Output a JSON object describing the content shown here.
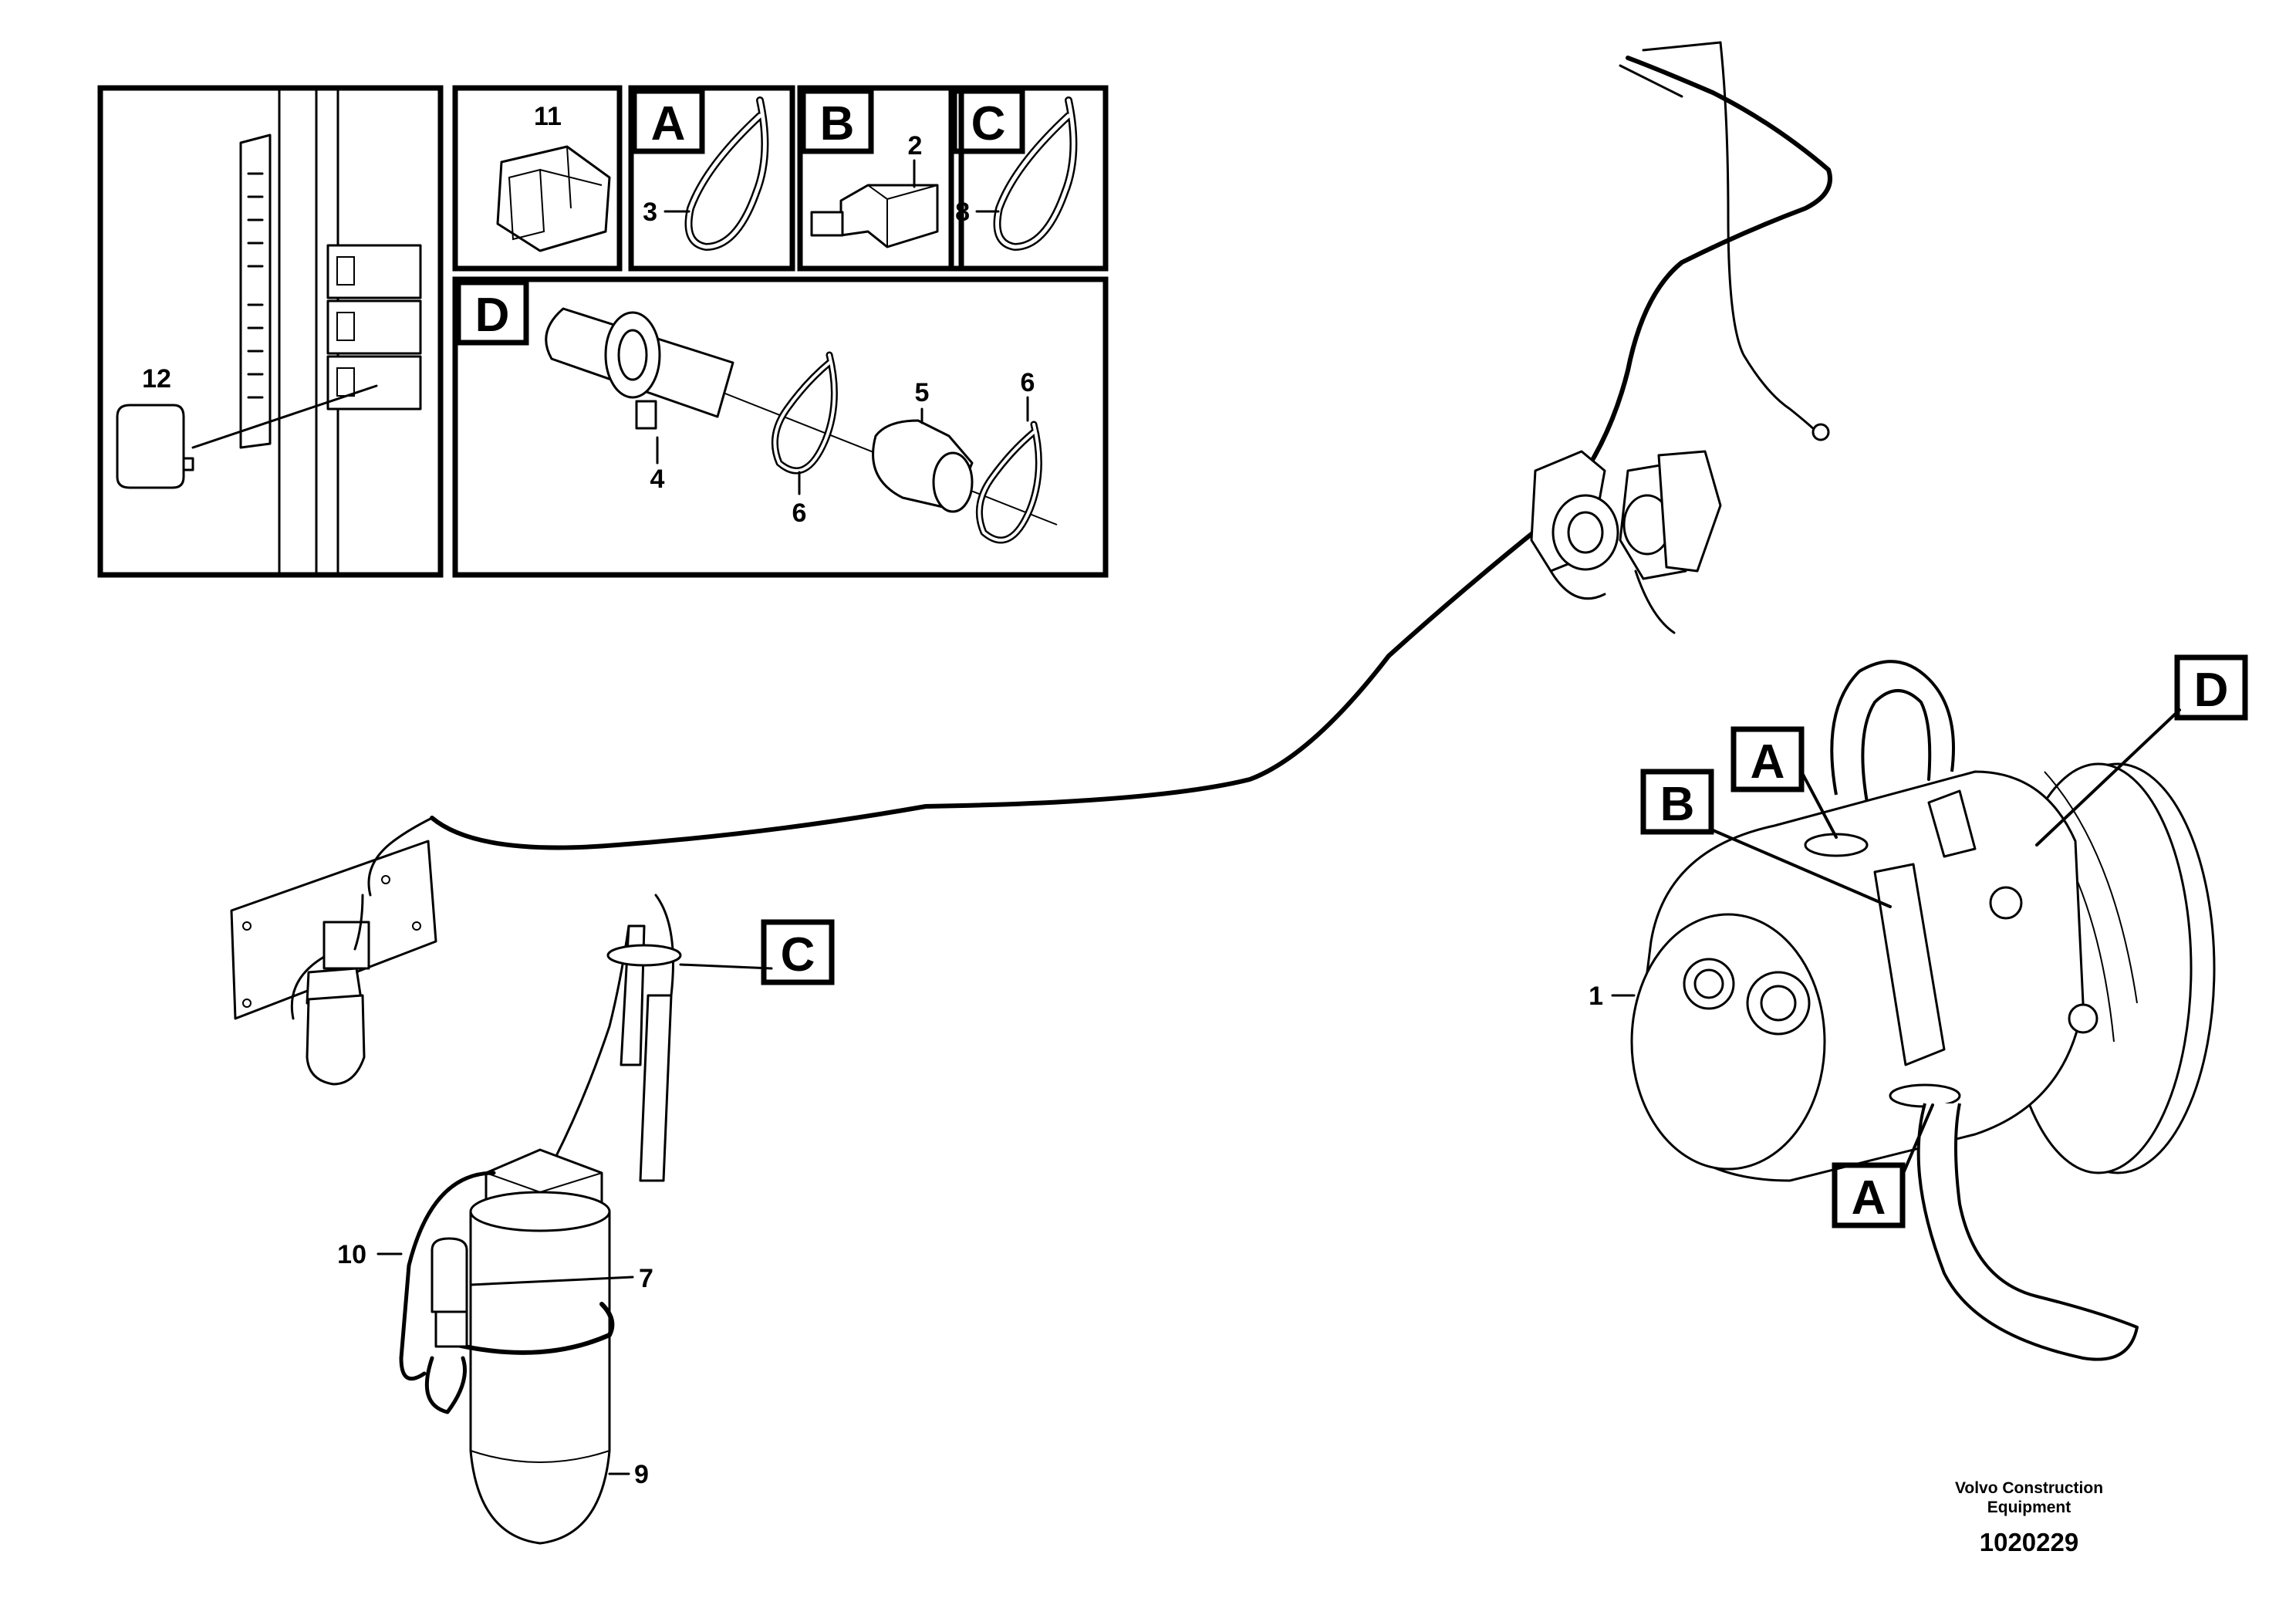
{
  "callouts": {
    "n1": "1",
    "n2": "2",
    "n3": "3",
    "n4": "4",
    "n5": "5",
    "n6a": "6",
    "n6b": "6",
    "n7": "7",
    "n8": "8",
    "n9": "9",
    "n10": "10",
    "n11": "11",
    "n12": "12"
  },
  "detail_labels": {
    "A": "A",
    "B": "B",
    "C": "C",
    "D": "D"
  },
  "main_labels": {
    "A_top": "A",
    "A_bottom": "A",
    "B": "B",
    "C": "C",
    "D": "D"
  },
  "caption": {
    "line1": "Volvo Construction",
    "line2": "Equipment",
    "drawing_number": "1020229"
  }
}
